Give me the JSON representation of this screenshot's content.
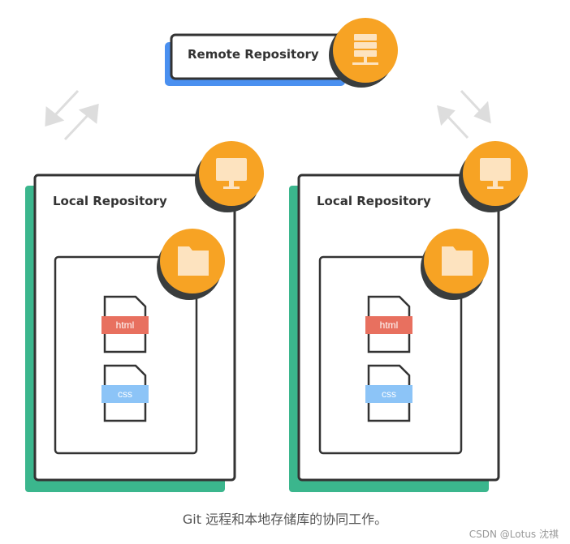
{
  "remote": {
    "label": "Remote Repository"
  },
  "locals": [
    {
      "label": "Local Repository",
      "files": [
        "html",
        "css"
      ]
    },
    {
      "label": "Local Repository",
      "files": [
        "html",
        "css"
      ]
    }
  ],
  "caption": "Git 远程和本地存储库的协同工作。",
  "watermark": "CSDN @Lotus 沈祺",
  "colors": {
    "remote_shadow": "#4a90f0",
    "local_shadow": "#3bb68d",
    "badge": "#f7a324",
    "badge_shadow": "#3a3d3d",
    "icon_fill": "#fde3bf",
    "outline": "#333333",
    "arrow": "#dddddd",
    "html_tag": "#e8705f",
    "css_tag": "#8cc4f7"
  },
  "icons": [
    "server-icon",
    "monitor-icon",
    "folder-icon",
    "file-icon",
    "sync-arrows-icon"
  ]
}
